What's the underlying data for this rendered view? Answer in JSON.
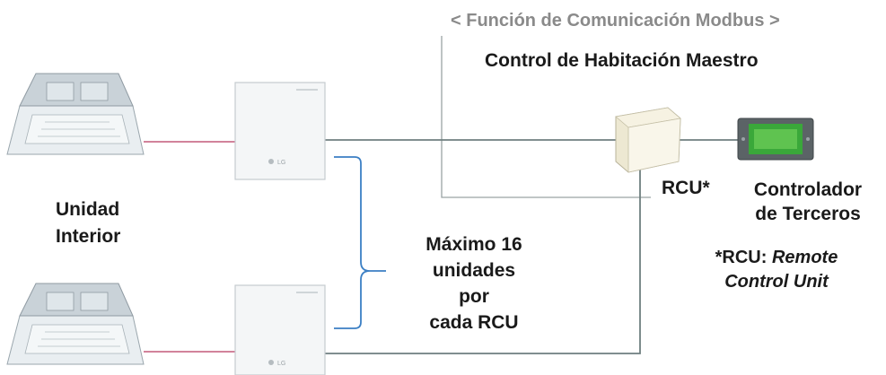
{
  "diagram": {
    "title": "< Función de Comunicación Modbus >",
    "master_control_label": "Control de Habitación Maestro",
    "indoor_unit_label": [
      "Unidad",
      "Interior"
    ],
    "max_units_label": [
      "Máximo 16",
      "unidades",
      "por",
      "cada RCU"
    ],
    "rcu_label": "RCU*",
    "third_party_controller_label": [
      "Controlador",
      "de Terceros"
    ],
    "footnote_prefix": "*RCU: ",
    "footnote_italic": [
      "Remote",
      "Control Unit"
    ],
    "device_brand_text": "LG",
    "colors": {
      "title": "#8a8a8a",
      "text": "#1a1a1a",
      "wire_dark": "#6f7f80",
      "wire_pink": "#c45a7a",
      "bracket_blue": "#3b7fc4",
      "screen_green": "#3aa83a"
    }
  }
}
